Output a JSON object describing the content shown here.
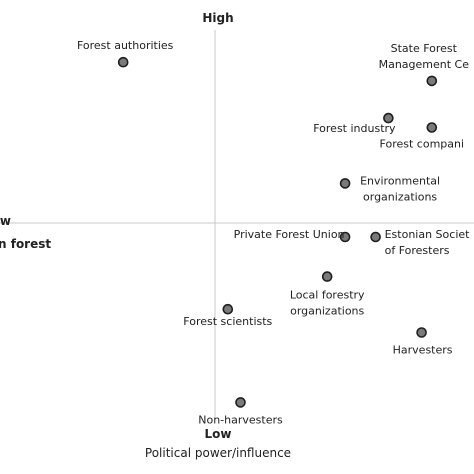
{
  "chart_data": {
    "type": "scatter",
    "x_axis": {
      "label_low": "Low",
      "label_low_suffix": "n forest",
      "range": [
        -1,
        1
      ]
    },
    "y_axis": {
      "label_high": "High",
      "label_low": "Low",
      "title": "Political power/influence",
      "range": [
        -1,
        1
      ]
    },
    "grid": false,
    "points": [
      {
        "label": "Forest authorities",
        "x": -0.36,
        "y": 0.69
      },
      {
        "label": "State Forest Management Ce",
        "x": 0.85,
        "y": 0.61
      },
      {
        "label": "Forest industry",
        "x": 0.68,
        "y": 0.45
      },
      {
        "label": "Forest compani",
        "x": 0.85,
        "y": 0.41
      },
      {
        "label": "Environmental organizations",
        "x": 0.51,
        "y": 0.17
      },
      {
        "label": "Private Forest Union",
        "x": 0.51,
        "y": -0.06
      },
      {
        "label": "Estonian Societ of Foresters",
        "x": 0.63,
        "y": -0.06
      },
      {
        "label": "Local forestry organizations",
        "x": 0.44,
        "y": -0.23
      },
      {
        "label": "Forest scientists",
        "x": 0.05,
        "y": -0.37
      },
      {
        "label": "Harvesters",
        "x": 0.81,
        "y": -0.47
      },
      {
        "label": "Non-harvesters",
        "x": 0.1,
        "y": -0.77
      }
    ]
  }
}
